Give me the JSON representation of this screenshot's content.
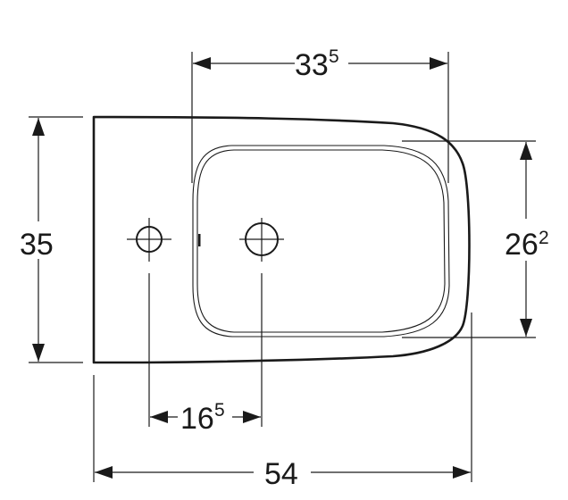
{
  "drawing": {
    "type": "technical-dimension-drawing",
    "subject": "bidet-top-view",
    "line_color": "#1a1a1a",
    "background": "#ffffff"
  },
  "dimensions": {
    "top_width": {
      "main": "33",
      "sup": "5"
    },
    "left_height": {
      "main": "35",
      "sup": ""
    },
    "right_height": {
      "main": "26",
      "sup": "2"
    },
    "hole_spacing": {
      "main": "16",
      "sup": "5"
    },
    "total_length": {
      "main": "54",
      "sup": ""
    }
  }
}
